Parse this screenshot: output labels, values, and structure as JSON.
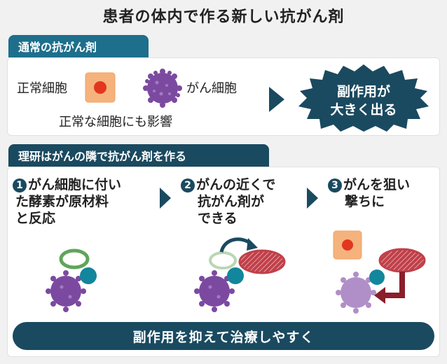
{
  "title": "患者の体内で作る新しい抗がん剤",
  "section1": {
    "tab": "通常の抗がん剤",
    "normal_cell_label": "正常細胞",
    "cancer_cell_label": "がん細胞",
    "effect_text": "正常な細胞にも影響",
    "burst_line1": "副作用が",
    "burst_line2": "大きく出る"
  },
  "section2": {
    "tab": "理研はがんの隣で抗がん剤を作る",
    "steps": [
      {
        "num": "1",
        "lines": [
          "がん細胞に付い",
          "た酵素が原材料",
          "と反応"
        ]
      },
      {
        "num": "2",
        "lines": [
          "がんの近くで",
          "抗がん剤が",
          "できる"
        ]
      },
      {
        "num": "3",
        "lines": [
          "がんを狙い",
          "撃ちに"
        ]
      }
    ],
    "bottom": "副作用を抑えて治療しやすく"
  },
  "colors": {
    "navy": "#1a4a60",
    "tab_teal": "#1d6f8c",
    "cancer_purple": "#7b4aa0",
    "enzyme_teal": "#12869c",
    "material_green": "#5fa55a",
    "drug_red": "#c0404a",
    "cell_orange": "#f39a5a",
    "arrow_red": "#8a1e2a"
  }
}
